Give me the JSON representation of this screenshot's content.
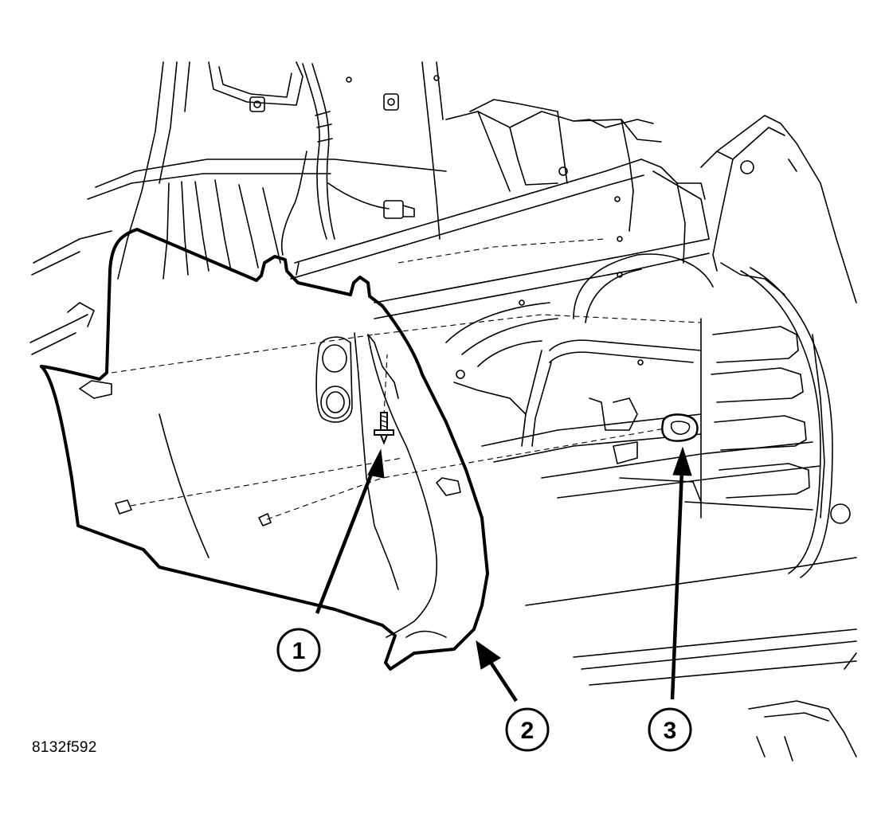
{
  "figure": {
    "id": "8132f592"
  },
  "callouts": [
    {
      "number": "1"
    },
    {
      "number": "2"
    },
    {
      "number": "3"
    }
  ],
  "colors": {
    "line": "#000000",
    "background": "#ffffff"
  }
}
